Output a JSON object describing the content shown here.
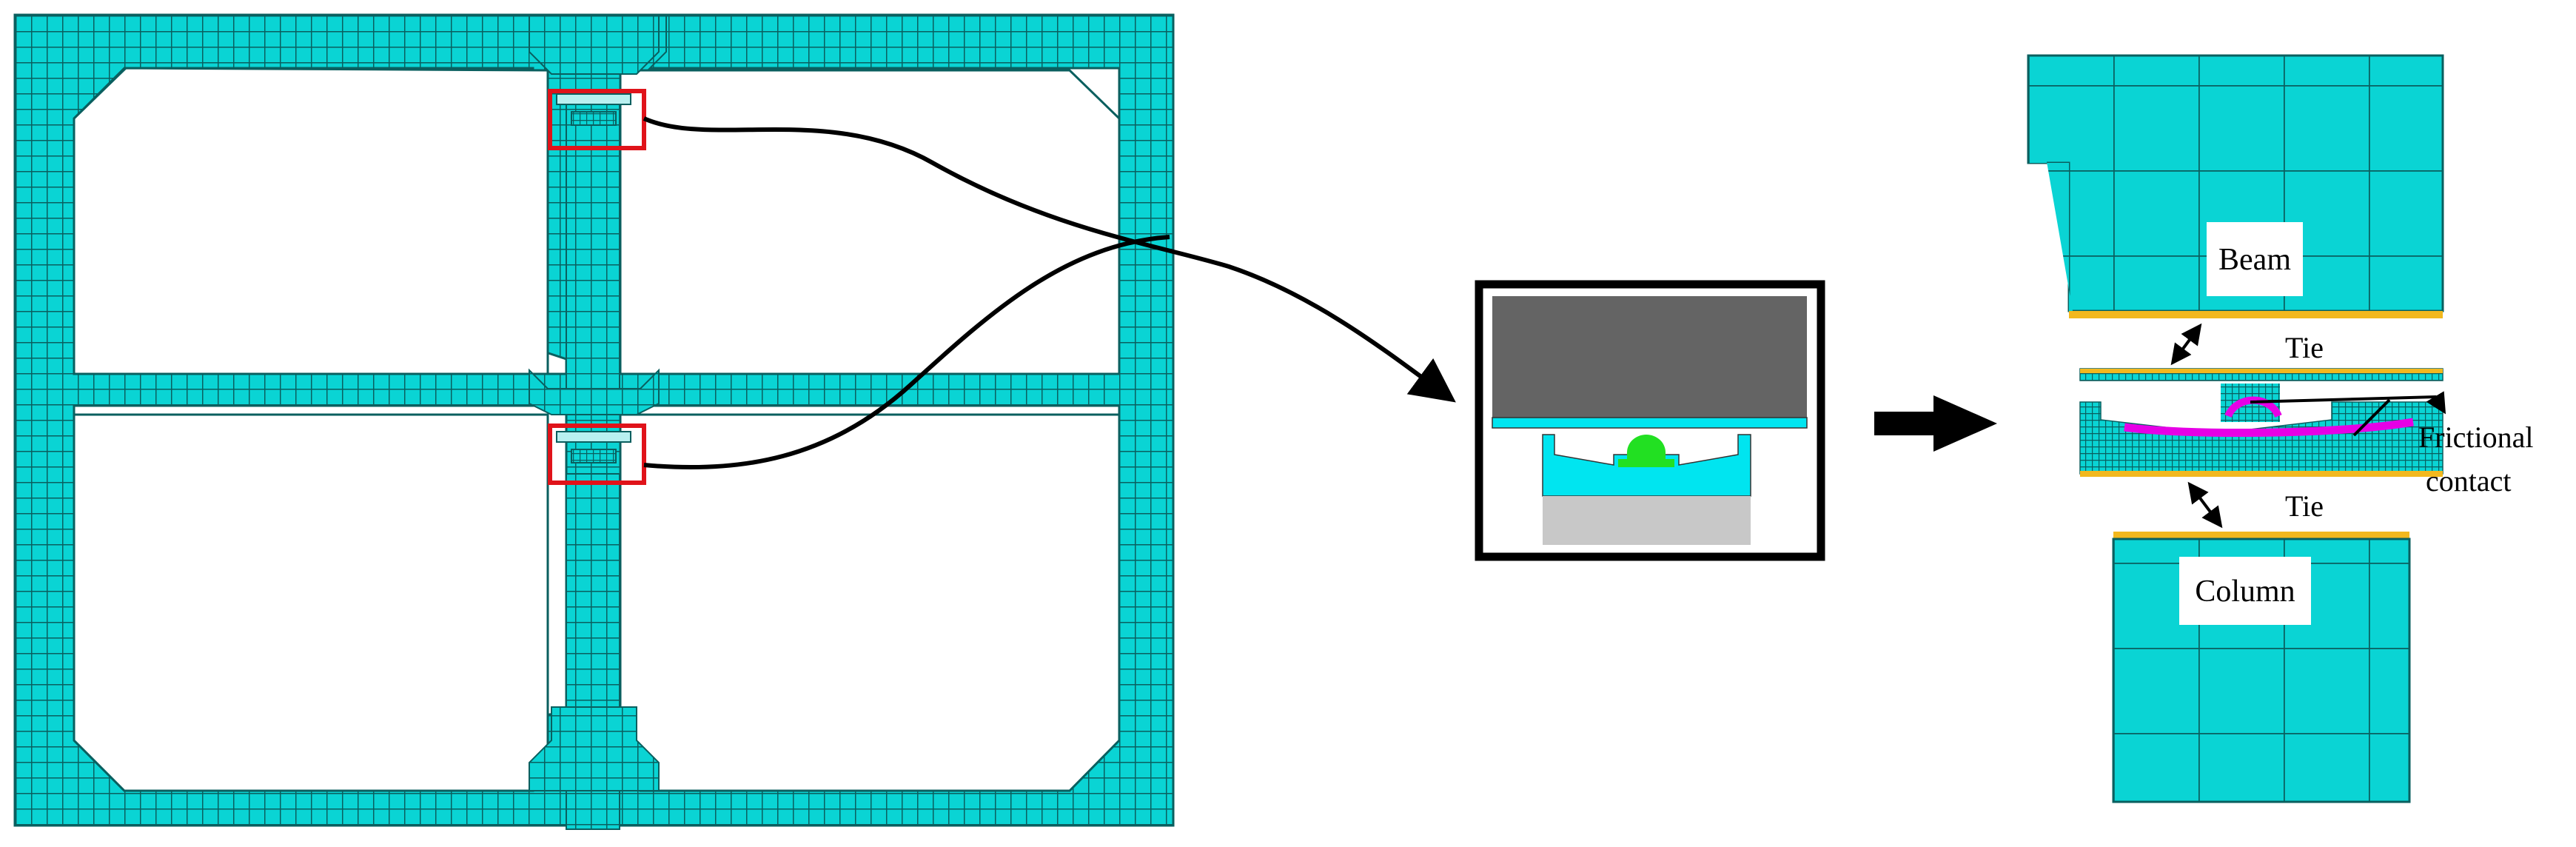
{
  "labels": {
    "beam": "Beam",
    "tie_top": "Tie",
    "frictional_line1": "Frictional",
    "frictional_line2": "contact",
    "tie_bottom": "Tie",
    "column": "Column"
  },
  "colors": {
    "mesh_fill": "#0ad4d4",
    "mesh_line": "#0a5f5f",
    "highlight_box": "#e0131a",
    "connector": "#000000",
    "tie_surface": "#f2b81e",
    "contact_surface": "#e600e6",
    "bearing_top_plate": "#646464",
    "bearing_base": "#c8c8c8",
    "bearing_body": "#00e5f0",
    "bearing_core": "#22e022"
  }
}
